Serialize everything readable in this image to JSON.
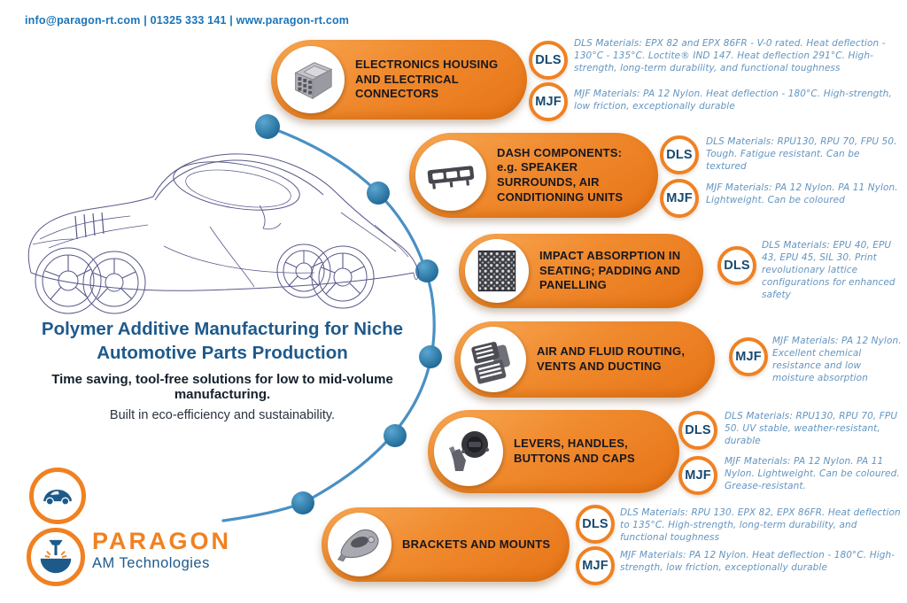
{
  "contact": "info@paragon-rt.com | 01325 333 141 | www.paragon-rt.com",
  "hero": {
    "title_line1": "Polymer Additive Manufacturing for Niche",
    "title_line2": "Automotive Parts Production",
    "subtitle_bold": "Time saving, tool-free solutions for low to mid-volume manufacturing.",
    "subtitle": "Built in eco-efficiency and sustainability."
  },
  "logo": {
    "wordmark": "PARAGON",
    "tagline": "AM Technologies"
  },
  "colors": {
    "orange": "#f08122",
    "navy": "#1d5a8a",
    "note_blue": "#6395c0",
    "curve_blue": "#4a90c4"
  },
  "callouts": [
    {
      "title": "ELECTRONICS HOUSING AND ELECTRICAL CONNECTORS",
      "badges": [
        {
          "label": "DLS",
          "note": "DLS Materials: EPX 82 and EPX 86FR - V-0 rated. Heat deflection - 130°C - 135°C. Loctite® IND 147. Heat deflection 291°C. High-strength, long-term durability, and functional toughness"
        },
        {
          "label": "MJF",
          "note": "MJF Materials: PA 12 Nylon. Heat deflection - 180°C. High-strength, low friction, exceptionally durable"
        }
      ]
    },
    {
      "title": "DASH COMPONENTS: e.g. SPEAKER SURROUNDS, AIR CONDITIONING UNITS",
      "badges": [
        {
          "label": "DLS",
          "note": "DLS Materials: RPU130, RPU 70, FPU 50. Tough. Fatigue resistant. Can be textured"
        },
        {
          "label": "MJF",
          "note": "MJF Materials: PA 12 Nylon. PA 11 Nylon. Lightweight. Can be coloured"
        }
      ]
    },
    {
      "title": "IMPACT ABSORPTION IN SEATING; PADDING AND PANELLING",
      "badges": [
        {
          "label": "DLS",
          "note": "DLS Materials: EPU 40, EPU 43, EPU 45, SIL 30. Print revolutionary lattice configurations for enhanced safety"
        }
      ]
    },
    {
      "title": "AIR AND FLUID ROUTING, VENTS AND DUCTING",
      "badges": [
        {
          "label": "MJF",
          "note": "MJF Materials: PA 12 Nylon. Excellent chemical resistance and low moisture absorption"
        }
      ]
    },
    {
      "title": "LEVERS, HANDLES, BUTTONS AND CAPS",
      "badges": [
        {
          "label": "DLS",
          "note": "DLS Materials: RPU130, RPU 70, FPU 50. UV stable, weather-resistant, durable"
        },
        {
          "label": "MJF",
          "note": "MJF Materials: PA 12 Nylon. PA 11 Nylon. Lightweight. Can be coloured. Grease-resistant."
        }
      ]
    },
    {
      "title": "BRACKETS AND MOUNTS",
      "badges": [
        {
          "label": "DLS",
          "note": "DLS Materials: RPU 130. EPX 82, EPX 86FR. Heat deflection to 135°C. High-strength, long-term durability, and functional toughness"
        },
        {
          "label": "MJF",
          "note": "MJF Materials: PA 12 Nylon. Heat deflection - 180°C. High-strength, low friction, exceptionally durable"
        }
      ]
    }
  ]
}
